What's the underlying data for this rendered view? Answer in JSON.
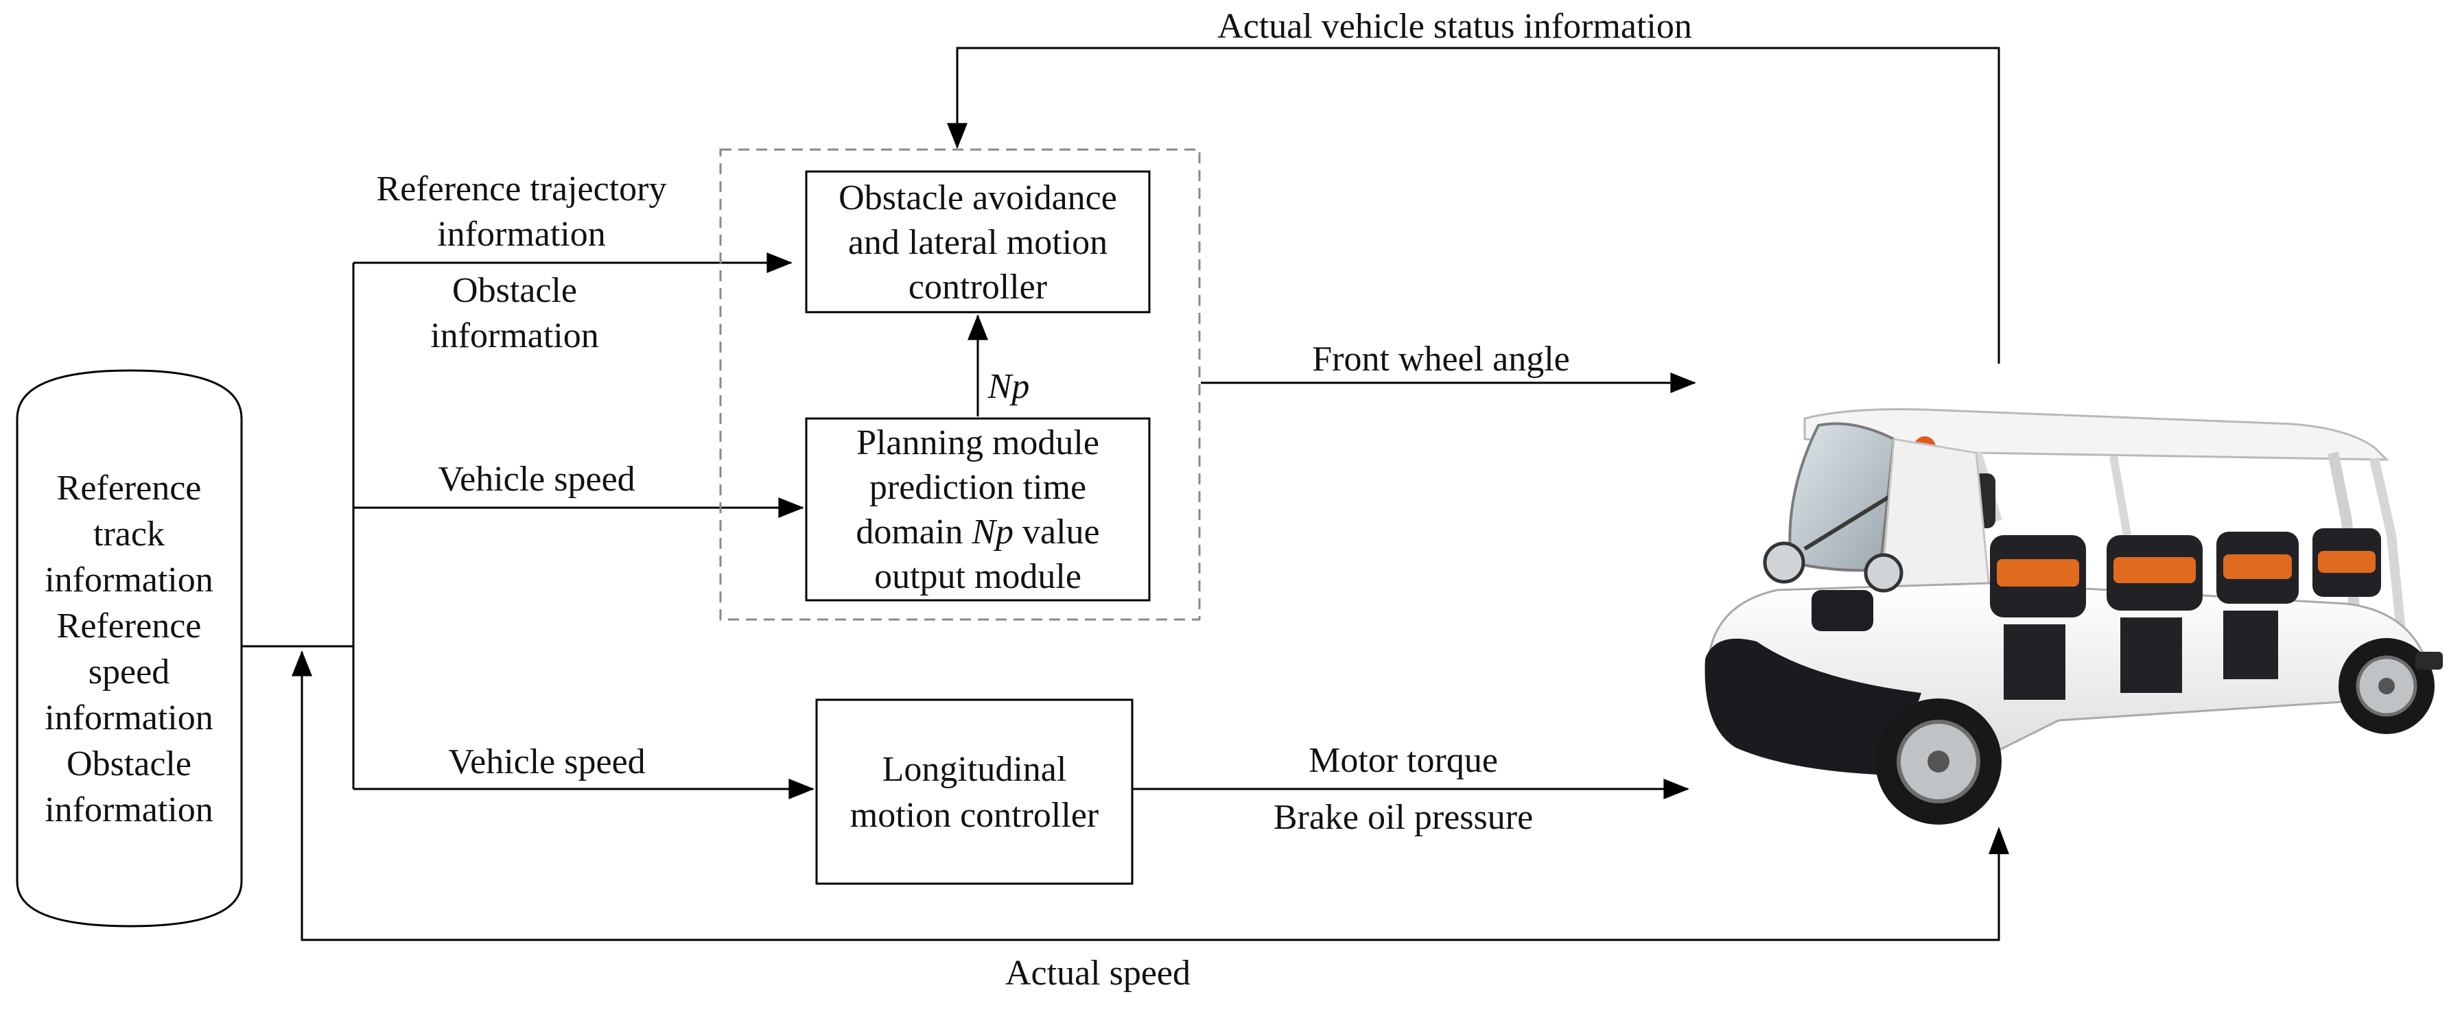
{
  "cylinder": {
    "lines": [
      "Reference",
      "track",
      "information",
      "Reference",
      "speed",
      "information",
      "Obstacle",
      "information"
    ]
  },
  "boxes": {
    "obstacle_controller": [
      "Obstacle avoidance",
      "and lateral motion",
      "controller"
    ],
    "planning_module": {
      "line1": "Planning module",
      "line2": "prediction time",
      "line3_prefix": "domain ",
      "line3_var": "Np",
      "line3_suffix": " value",
      "line4": "output module"
    },
    "longitudinal_controller": [
      "Longitudinal",
      "motion controller"
    ]
  },
  "signals": {
    "actual_status": "Actual vehicle status information",
    "reference_trajectory": [
      "Reference trajectory",
      "information"
    ],
    "obstacle_info": [
      "Obstacle",
      "information"
    ],
    "np": "Np",
    "front_wheel_angle": "Front wheel angle",
    "vehicle_speed_upper": "Vehicle speed",
    "vehicle_speed_lower": "Vehicle speed",
    "motor_torque": "Motor torque",
    "brake_oil_pressure": "Brake oil pressure",
    "actual_speed": "Actual speed"
  },
  "vehicle": {
    "picture": "electric-sightseeing-cart",
    "colors": {
      "body": "#f2f2f2",
      "bumper": "#1b1b1f",
      "seats": "#222226",
      "seat_accent": "#e06a1e"
    }
  }
}
